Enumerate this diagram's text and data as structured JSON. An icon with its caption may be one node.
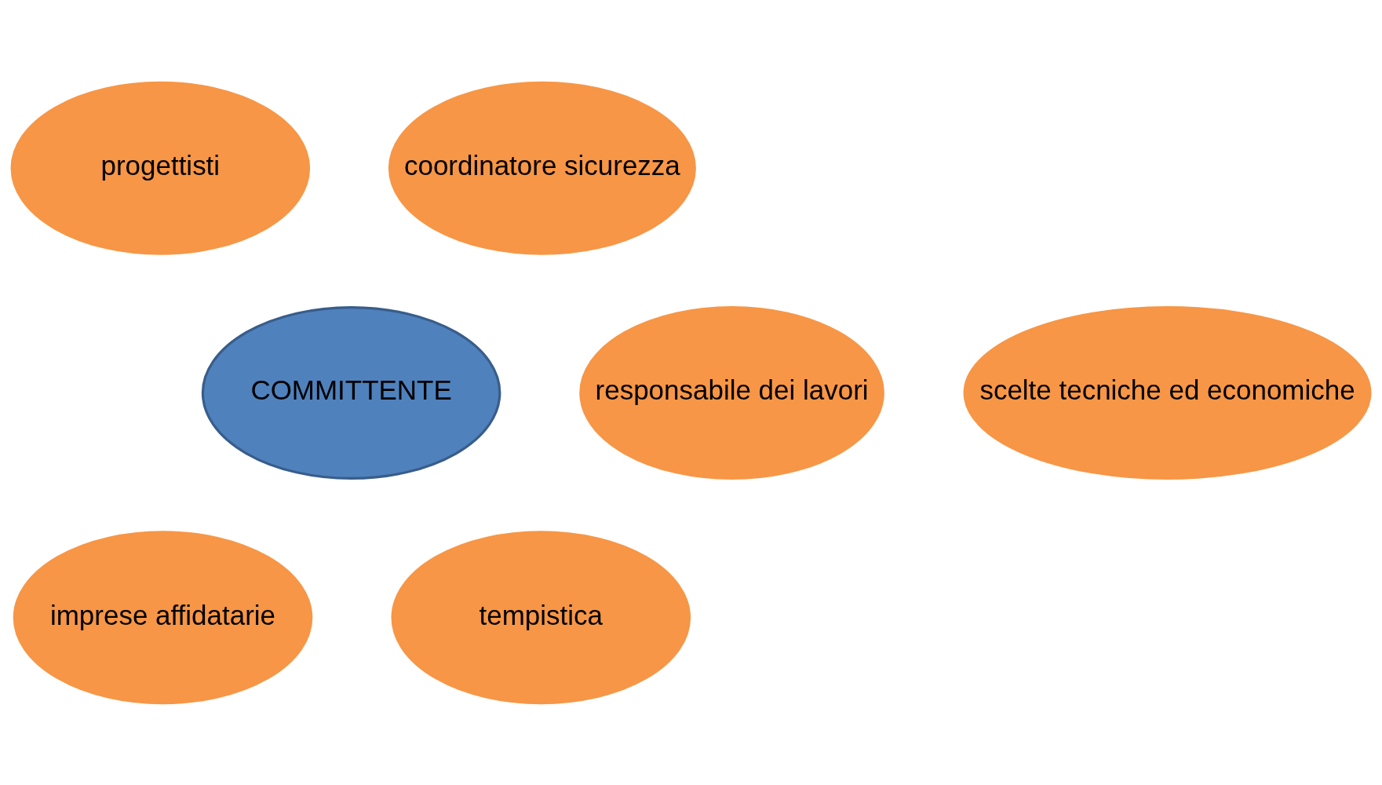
{
  "diagram": {
    "nodes": [
      {
        "text": [
          "progettisti"
        ]
      },
      {
        "text": [
          "coordinatore sicurezza"
        ]
      },
      {
        "text": [
          "responsabile dei lavori"
        ]
      },
      {
        "text": [
          "COMMITTENTE"
        ]
      },
      {
        "text": [
          "scelte tecniche ed economiche"
        ]
      },
      {
        "text": [
          "imprese affidatarie"
        ]
      },
      {
        "text": [
          "tempistica"
        ]
      }
    ]
  }
}
